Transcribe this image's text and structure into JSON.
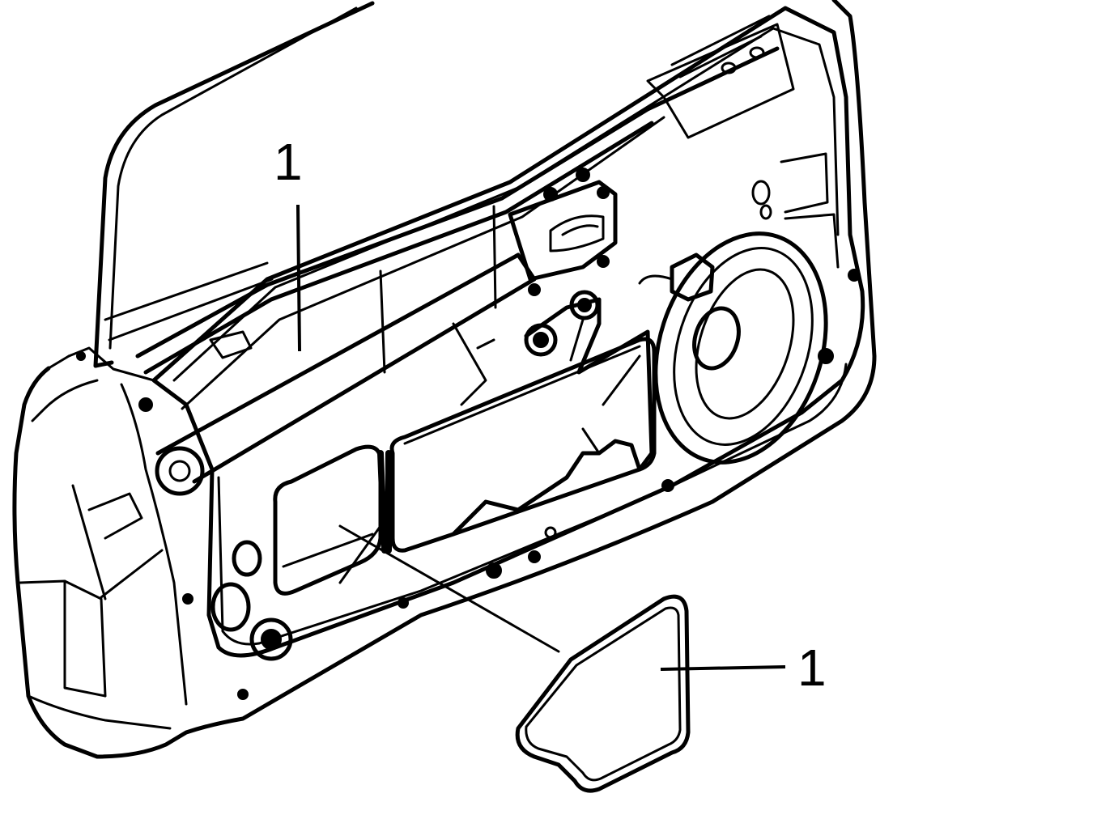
{
  "callouts": [
    {
      "id": "upper",
      "label": "1"
    },
    {
      "id": "lower",
      "label": "1"
    }
  ],
  "colors": {
    "line": "#000000",
    "background": "#ffffff"
  }
}
